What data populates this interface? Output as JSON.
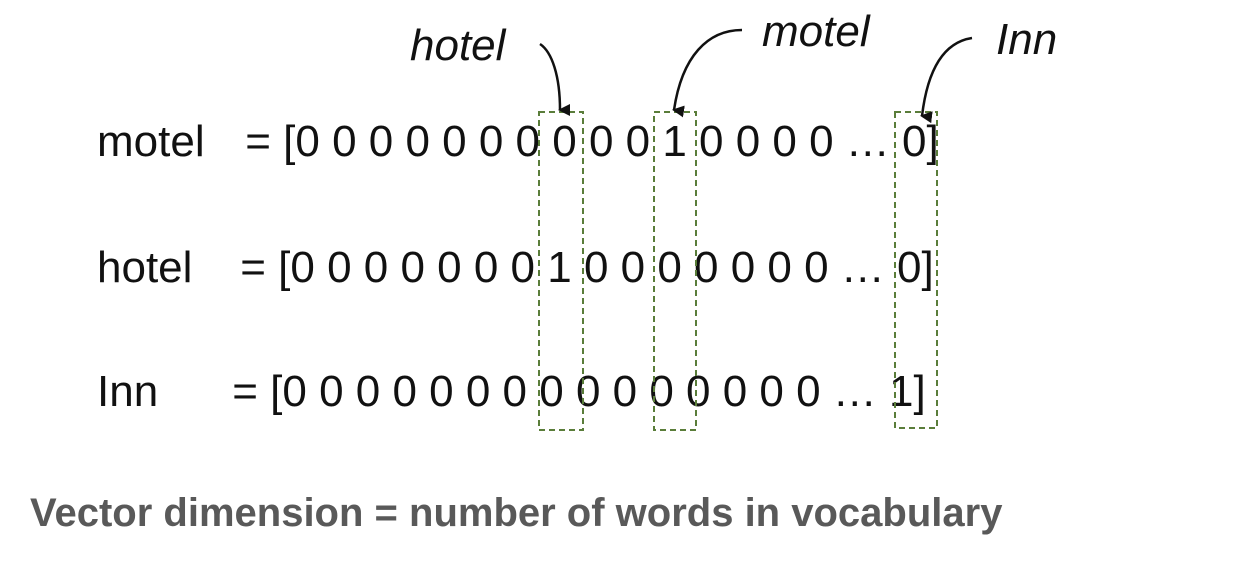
{
  "labels": {
    "hotel": "hotel",
    "motel": "motel",
    "inn": "Inn"
  },
  "rows": [
    {
      "word": "motel",
      "equals": " = [",
      "vector": "0 0 0 0 0 0 0 0 0 0 1 0 0 0 0 … 0]"
    },
    {
      "word": "hotel",
      "equals": " = [",
      "vector": "0 0 0 0 0 0 0 1 0 0 0 0 0 0 0 … 0]"
    },
    {
      "word": "Inn",
      "equals": " = [",
      "vector": "0 0 0 0 0 0 0 0 0 0 0 0 0 0 0 … 1]"
    }
  ],
  "caption": "Vector dimension = number of words in vocabulary",
  "colors": {
    "box_border": "#5a7d3a",
    "caption_text": "#595959",
    "text": "#111111"
  },
  "icons": {
    "pointer_arrows": "curved-arrow-icon"
  }
}
